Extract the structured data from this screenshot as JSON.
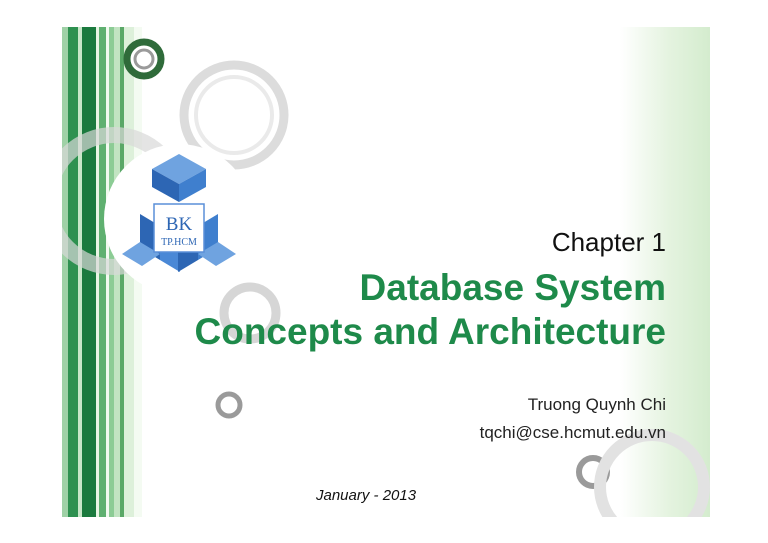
{
  "slide": {
    "logo": {
      "line1": "BK",
      "line2": "TP.HCM"
    },
    "chapter": "Chapter 1",
    "title_lines": [
      "Database System",
      "Concepts and Architecture"
    ],
    "author": "Truong Quynh Chi",
    "email": "tqchi@cse.hcmut.edu.vn",
    "date": "January - 2013"
  },
  "colors": {
    "title_green": "#1e8a4a",
    "stripe_green": "#1b7a3e",
    "logo_blue": "#2f74c8"
  }
}
